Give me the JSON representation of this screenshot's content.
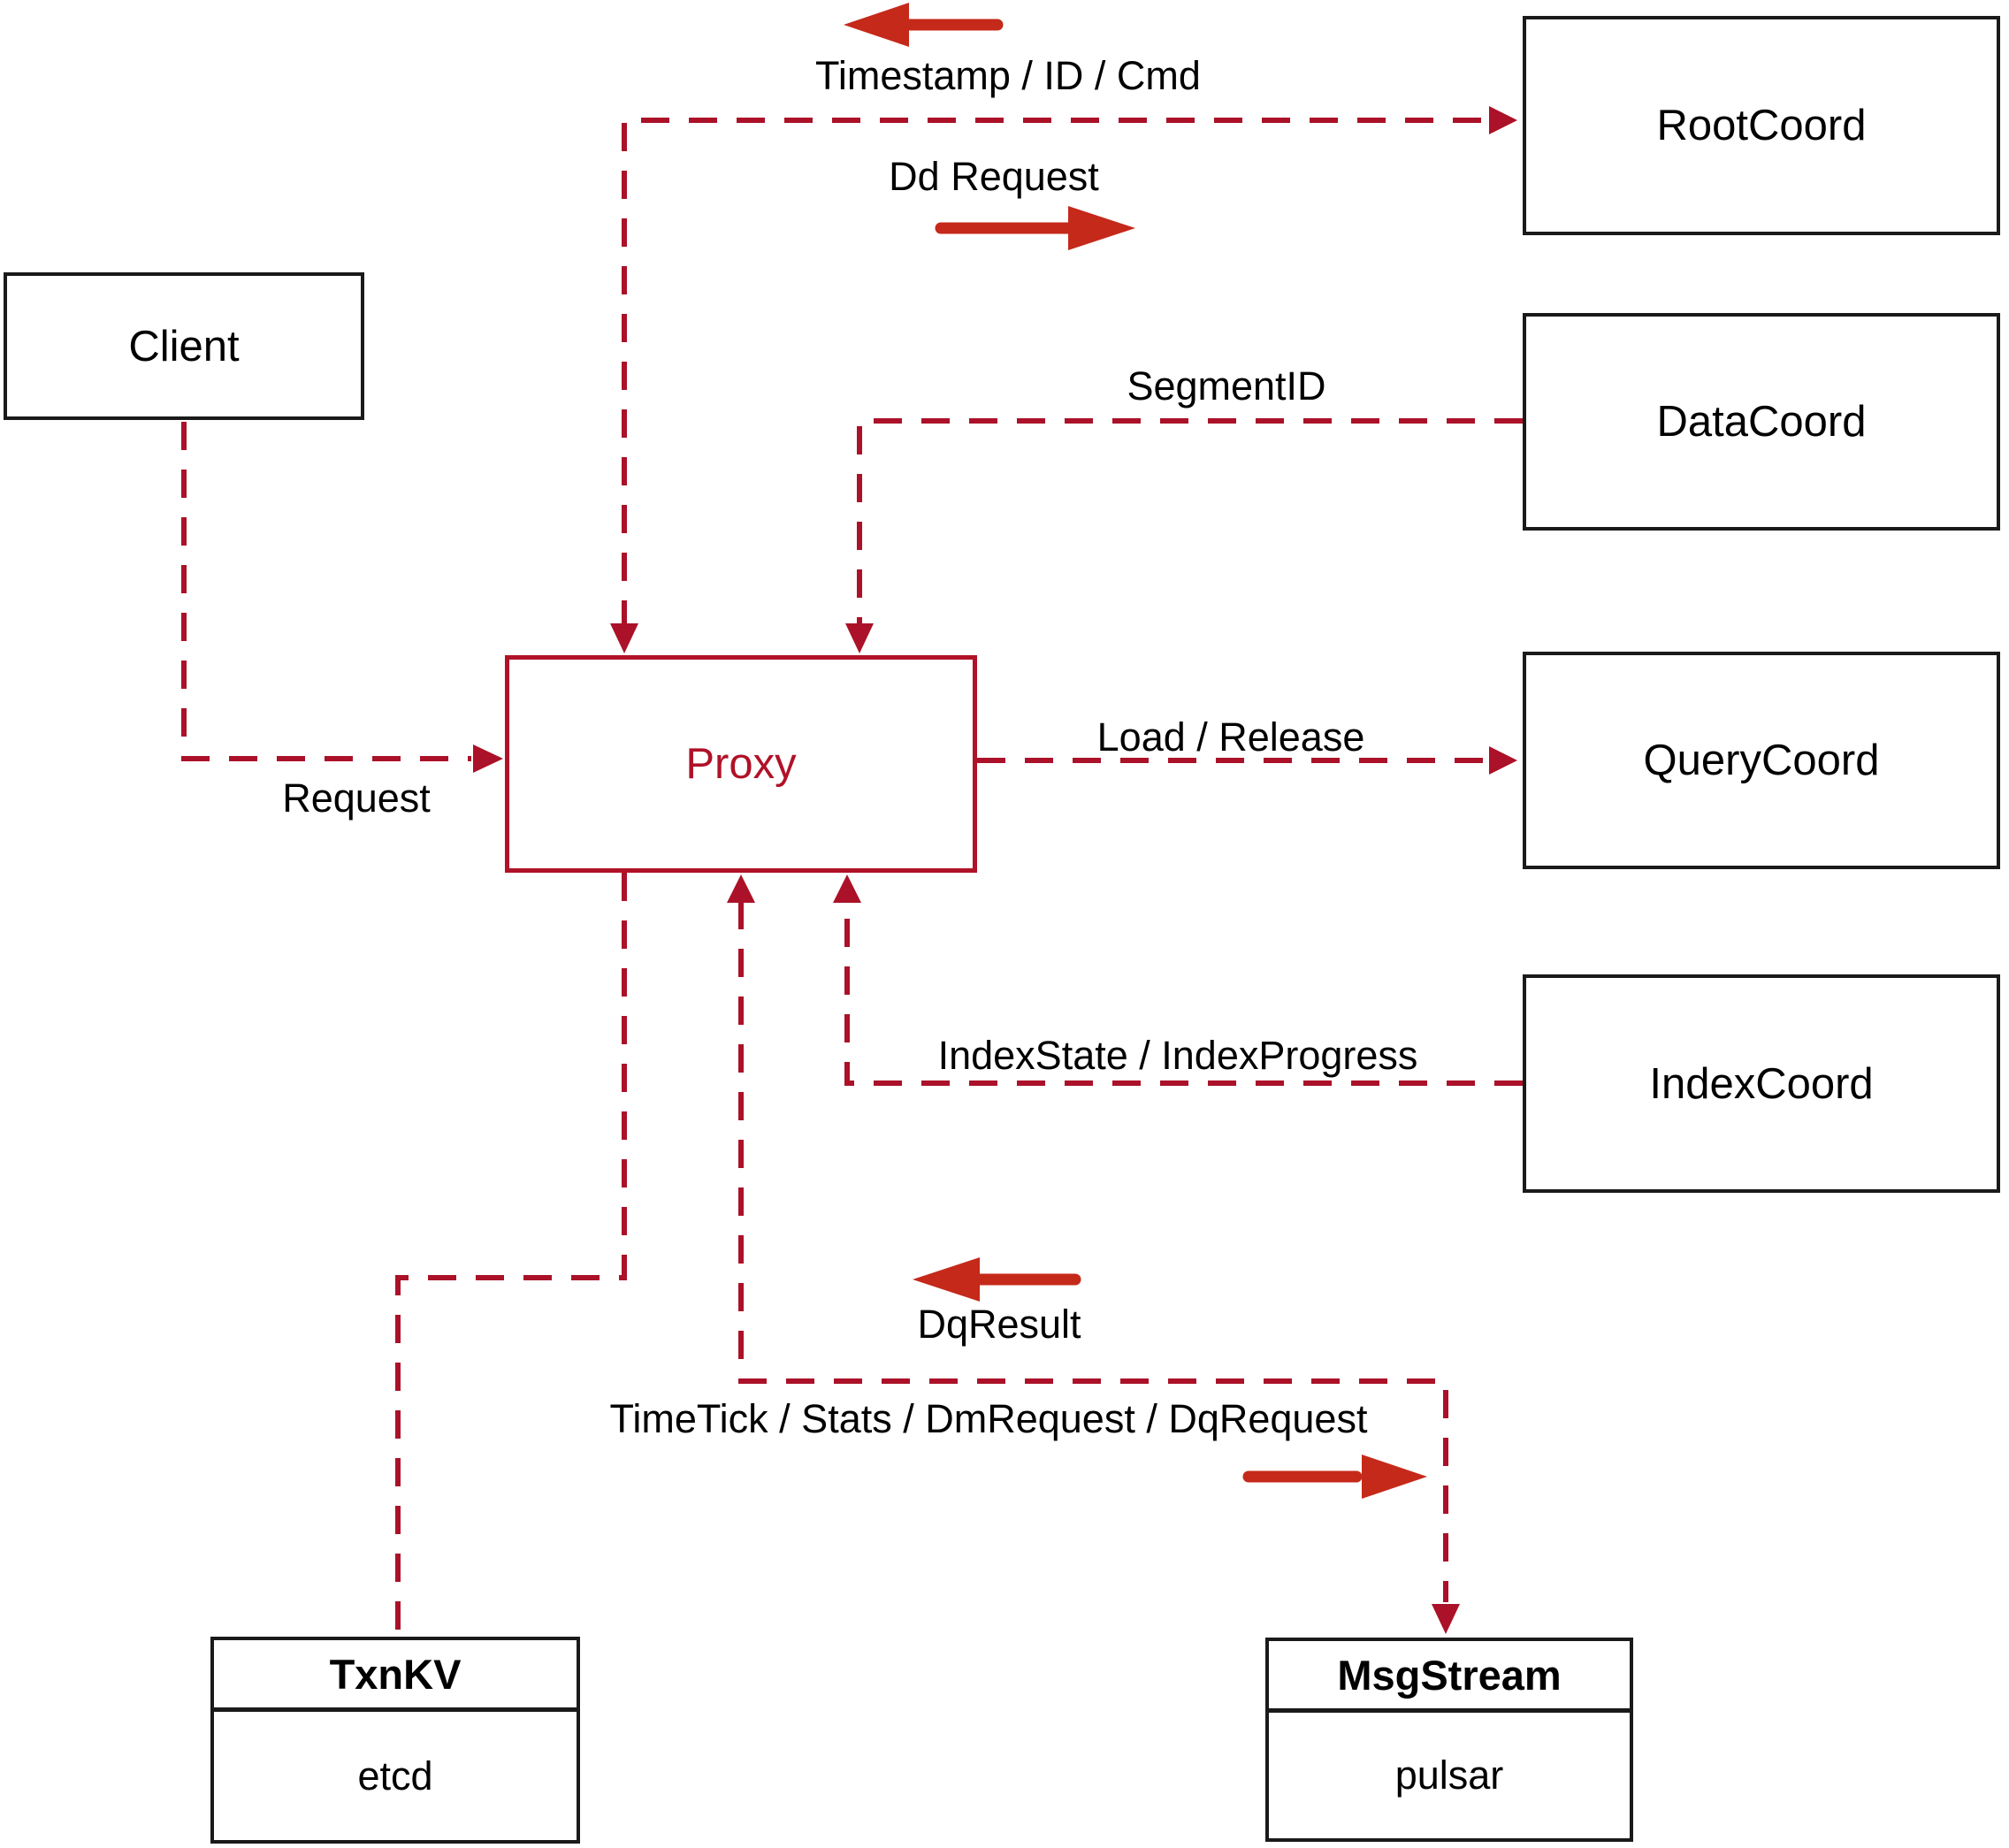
{
  "colors": {
    "line_red": "#ab1128",
    "arrow_red": "#c5291a",
    "proxy_red": "#b01228",
    "box_border": "#1a1a1a",
    "ink": "#000000",
    "bg": "#ffffff"
  },
  "nodes": {
    "client": {
      "label": "Client"
    },
    "proxy": {
      "label": "Proxy"
    },
    "rootcoord": {
      "label": "RootCoord"
    },
    "datacoord": {
      "label": "DataCoord"
    },
    "querycoord": {
      "label": "QueryCoord"
    },
    "indexcoord": {
      "label": "IndexCoord"
    },
    "txnkv": {
      "title": "TxnKV",
      "subtitle": "etcd"
    },
    "msgstream": {
      "title": "MsgStream",
      "subtitle": "pulsar"
    }
  },
  "edge_labels": {
    "timestamp": "Timestamp / ID / Cmd",
    "dd_request": "Dd Request",
    "segment_id": "SegmentID",
    "load_release": "Load / Release",
    "index_state": "IndexState / IndexProgress",
    "request": "Request",
    "dq_result": "DqResult",
    "timetick": "TimeTick / Stats / DmRequest / DqRequest"
  }
}
